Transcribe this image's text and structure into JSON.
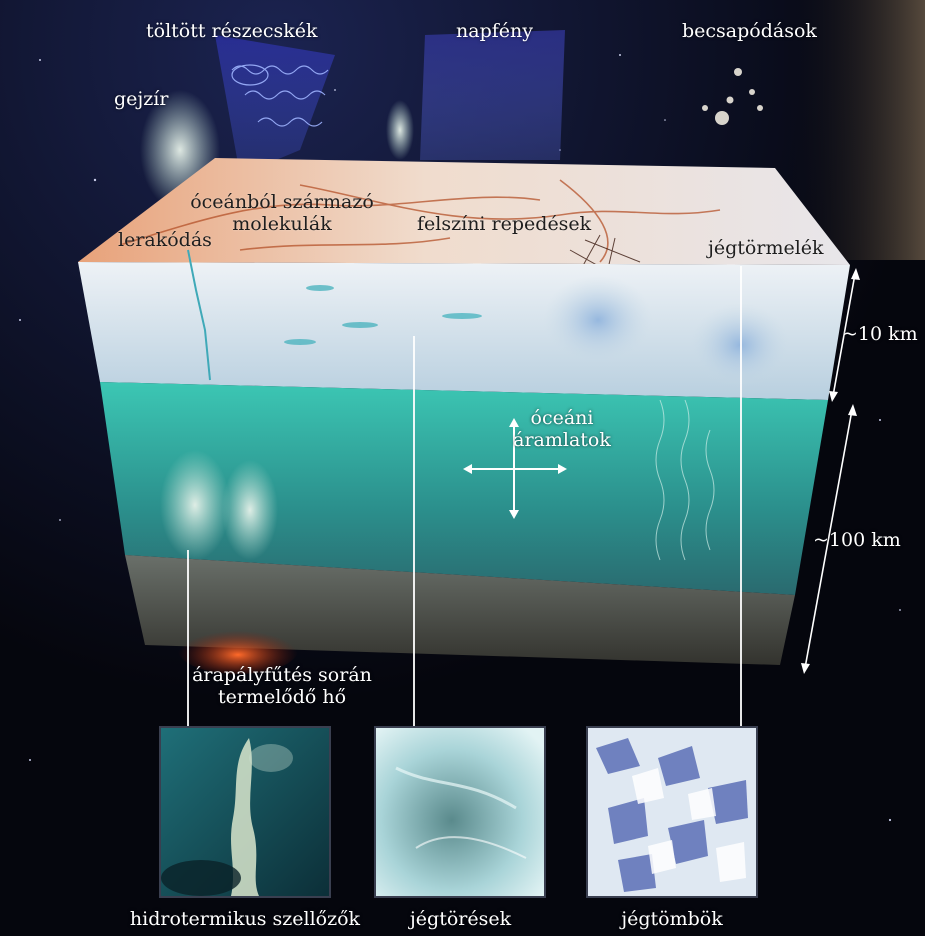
{
  "top_labels": {
    "charged_particles": "töltött részecskék",
    "sunlight": "napfény",
    "impacts": "becsapódások",
    "geyser": "gejzír"
  },
  "surface_labels": {
    "ocean_molecules": "óceánból származó\nmolekulák",
    "deposition": "lerakódás",
    "surface_cracks": "felszíni repedések",
    "ice_debris": "jégtörmelék"
  },
  "ocean_labels": {
    "ocean_currents": "óceáni\náramlatok",
    "tidal_heat": "árapályfűtés során\ntermelődő hő"
  },
  "scale_labels": {
    "ice_thickness": "~10 km",
    "ocean_depth": "~100 km"
  },
  "insets": [
    {
      "caption": "hidrotermikus szellőzők"
    },
    {
      "caption": "jégtörések"
    },
    {
      "caption": "jégtömbök"
    }
  ],
  "colors": {
    "space": "#05060d",
    "ice_surface": "#e6c2a8",
    "ice_layer": "#c9dbe6",
    "ocean": "#37bfae",
    "seafloor": "#4a4a42",
    "lava": "#e04a1c"
  }
}
